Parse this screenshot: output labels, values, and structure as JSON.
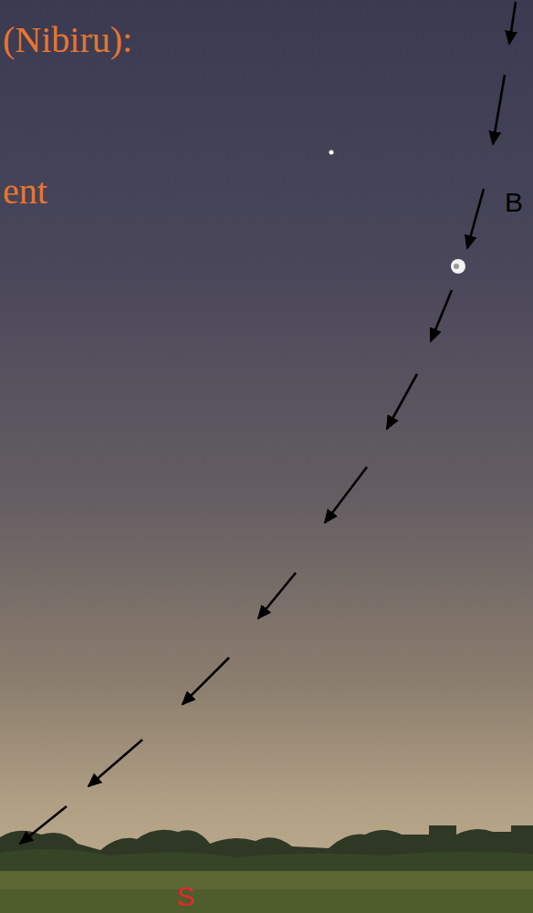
{
  "diagram": {
    "labels": [
      "(Nibiru):",
      "ent",
      "B",
      "S"
    ]
  }
}
